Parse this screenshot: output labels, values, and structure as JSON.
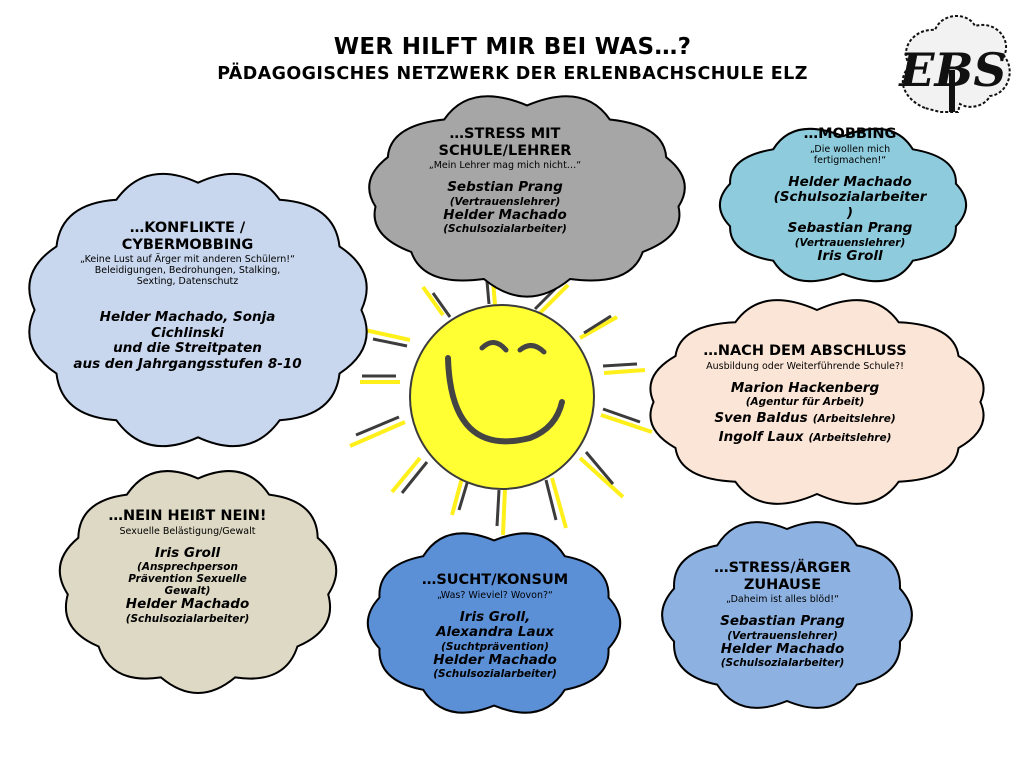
{
  "header": {
    "title": "WER HILFT MIR BEI WAS…?",
    "subtitle": "PÄDAGOGISCHES NETZWERK DER ERLENBACHSCHULE ELZ"
  },
  "logo": {
    "letters": "EBS",
    "icon": "tree-logo-icon"
  },
  "colors": {
    "konflikte": "#c8d7ee",
    "stress_schule": "#a6a6a6",
    "mobbing": "#8ecbdc",
    "abschluss": "#fbe5d6",
    "nein": "#ddd9c4",
    "sucht": "#5b8fd6",
    "zuhause": "#8db2e2",
    "sun": "#ffff33"
  },
  "clouds": {
    "konflikte": {
      "heading1": "…KONFLIKTE /",
      "heading2": "CYBERMOBBING",
      "quote": "„Keine Lust auf Ärger mit anderen Schülern!“",
      "topics1": "Beleidigungen, Bedrohungen, Stalking,",
      "topics2": "Sexting, Datenschutz",
      "names1": "Helder Machado, Sonja",
      "names2": "Cichlinski",
      "names3": "und die Streitpaten",
      "names4": "aus den Jahrgangsstufen 8-10"
    },
    "stress_schule": {
      "heading1": "…STRESS MIT",
      "heading2": "SCHULE/LEHRER",
      "quote": "„Mein Lehrer mag mich nicht…“",
      "name1": "Sebstian Prang",
      "role1": "(Vertrauenslehrer)",
      "name2": "Helder Machado",
      "role2": "(Schulsozialarbeiter)"
    },
    "mobbing": {
      "heading": "…MOBBING",
      "quote1": "„Die wollen mich",
      "quote2": "fertigmachen!“",
      "name1": "Helder Machado",
      "role1a": "(Schulsozialarbeiter",
      "role1b": ")",
      "name2": "Sebastian Prang",
      "role2": "(Vertrauenslehrer)",
      "name3": "Iris Groll"
    },
    "abschluss": {
      "heading": "…NACH DEM ABSCHLUSS",
      "quote": "Ausbildung oder Weiterführende Schule?!",
      "name1": "Marion Hackenberg",
      "role1": "(Agentur für Arbeit)",
      "name2": "Sven Baldus",
      "role2": "(Arbeitslehre)",
      "name3": "Ingolf Laux",
      "role3": "(Arbeitslehre)"
    },
    "nein": {
      "heading": "…NEIN HEIßT NEIN!",
      "quote": "Sexuelle Belästigung/Gewalt",
      "name1": "Iris Groll",
      "role1a": "(Ansprechperson",
      "role1b": "Prävention Sexuelle",
      "role1c": "Gewalt)",
      "name2": "Helder Machado",
      "role2": "(Schulsozialarbeiter)"
    },
    "sucht": {
      "heading": "…SUCHT/KONSUM",
      "quote": "„Was? Wieviel? Wovon?“",
      "name1a": "Iris Groll,",
      "name1b": "Alexandra Laux",
      "role1": "(Suchtprävention)",
      "name2": "Helder Machado",
      "role2": "(Schulsozialarbeiter)"
    },
    "zuhause": {
      "heading1": "…STRESS/ÄRGER",
      "heading2": "ZUHAUSE",
      "quote": "„Daheim ist alles blöd!“",
      "name1": "Sebastian Prang",
      "role1": "(Vertrauenslehrer)",
      "name2": "Helder Machado",
      "role2": "(Schulsozialarbeiter)"
    }
  }
}
